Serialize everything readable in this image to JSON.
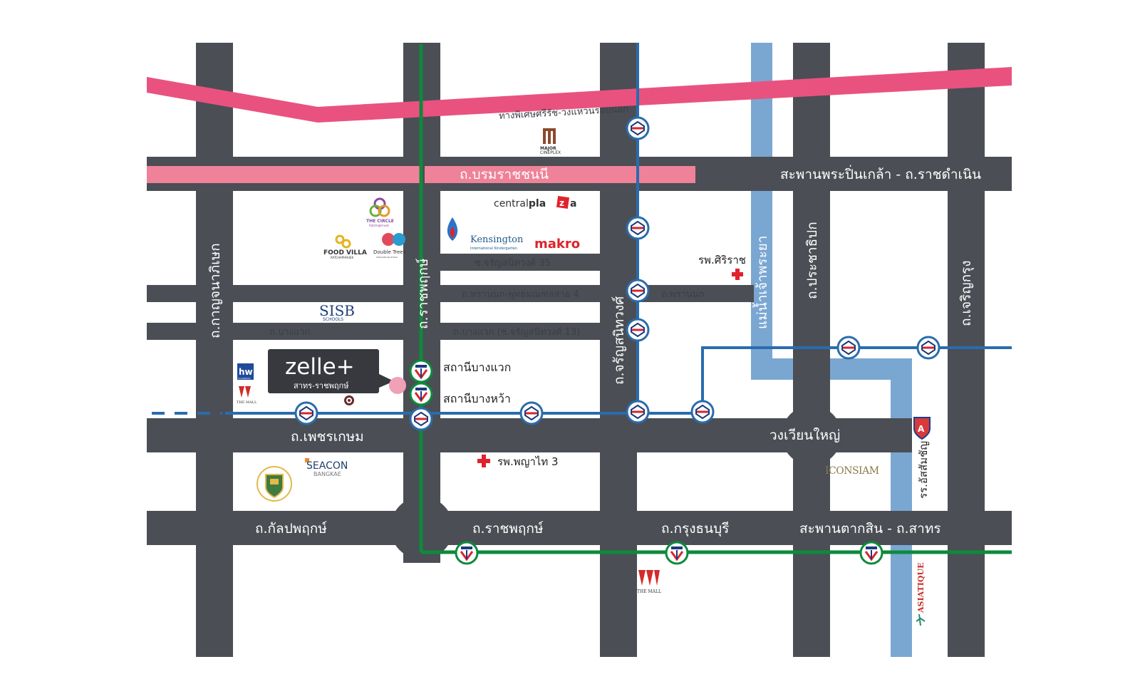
{
  "roads": {
    "expressway": "ทางพิเศษศรีรัช-วงแหวนรอบนอก",
    "borommaratchachonnani": "ถ.บรมราชชนนี",
    "pinklao_bridge": "สะพานพระปิ่นเกล้า - ถ.ราชดำเนิน",
    "kanchanaphisek": "ถ.กาญจนาภิเษก",
    "ratchaphruek_v": "ถ.ราชพฤกษ์",
    "charansanitwong": "ถ.จรัญสนิทวงศ์",
    "prachathipok": "ถ.ประชาธิปก",
    "charoenkrung": "ถ.เจริญกรุง",
    "soi35": "ซ.จรัญสนิทวงศ์ 35",
    "phrannok_phutthamonthon": "ถ.พรานนก-พุทธมณฑลสาย 4",
    "bangwaek_left": "ถ.บางแวก",
    "bangwaek_soi13": "ถ.บางแวก (ซ.จรัญสนิทวงศ์ 13)",
    "phrannok": "ถ.พรานนก",
    "phetkasem": "ถ.เพชรเกษม",
    "wongwian_yai": "วงเวียนใหญ่",
    "kanlapaphruek": "ถ.กัลปพฤกษ์",
    "ratchaphruek_h": "ถ.ราชพฤกษ์",
    "krung_thonburi": "ถ.กรุงธนบุรี",
    "taksin_bridge": "สะพานตากสิน - ถ.สาทร",
    "river": "แม่น้ำเจ้าพระยา"
  },
  "stations": {
    "bang_waek": "สถานีบางแวก",
    "bang_wa": "สถานีบางหว้า"
  },
  "project": {
    "name": "zelle+",
    "subtitle": "สาทร-ราชพฤกษ์"
  },
  "places": {
    "siriraj": "รพ.ศิริราช",
    "phyathai3": "รพ.พญาไท 3",
    "assumption": "รร.อัสสัมชัญ",
    "central_a": "central",
    "central_b": "pla",
    "central_c": "a",
    "kensington": "Kensington",
    "kensington_sub": "International Kindergarten",
    "makro": "makro",
    "major": "MAJOR",
    "major_sub": "CINEPLEX",
    "circle": "THE CIRCLE",
    "circle_sub": "Ratchaphruek",
    "foodvilla": "FOOD VILLA",
    "foodvilla_sub": "RATCHAPHRUEK",
    "doubletrees": "Double Trees",
    "doubletrees_sub": "International School",
    "sisb": "SISB",
    "sisb_sub": "SCHOOLS",
    "homeworks": "hw",
    "homeworks_sub": "homeWorks",
    "themall": "THE MALL",
    "themall2": "THE MALL",
    "seacon": "SEACON",
    "seacon_sub": "BANGKAE",
    "iconsiam": "ICONSIAM",
    "asiatique": "ASIATIQUE"
  },
  "colors": {
    "road": "#4b4e54",
    "expressway": "#e9527f",
    "bor_road": "#ef8298",
    "mrt_blue": "#2a6cae",
    "bts_green": "#0d8a3c",
    "river": "#7aa7d2"
  }
}
